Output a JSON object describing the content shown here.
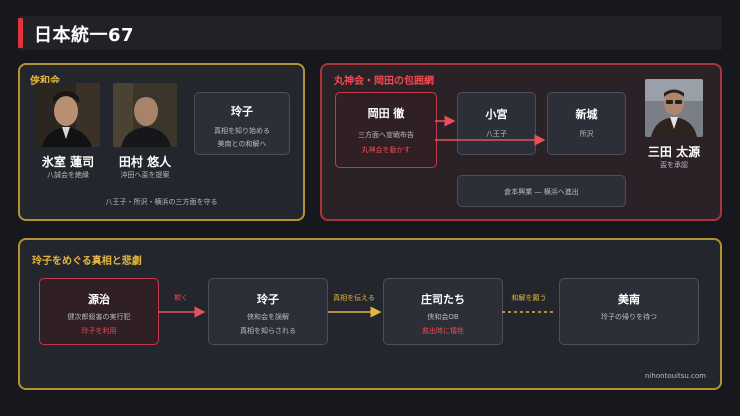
{
  "page_title": "日本統一67",
  "kyowakai": {
    "label": "侠和会",
    "members": [
      {
        "name": "氷室 蓮司",
        "desc": "八誠会を絶縁"
      },
      {
        "name": "田村 悠人",
        "desc": "沖田へ盃を提案"
      }
    ],
    "reiko_card": {
      "name": "玲子",
      "line1": "真相を知り始める",
      "line2": "美南との和解へ"
    },
    "footnote": "八王子・所沢・横浜の三方面を守る"
  },
  "marukami": {
    "label": "丸神会・岡田の包囲網",
    "okada": {
      "name": "岡田 徹",
      "line1": "三方面へ宣戦布告",
      "line2": "丸神会を動かす"
    },
    "komiya": {
      "name": "小宮",
      "line1": "八王子"
    },
    "shinjo": {
      "name": "新城",
      "line1": "所沢"
    },
    "kuramoto": {
      "text": "倉本興業 ― 横浜へ進出"
    },
    "mita": {
      "name": "三田 太源",
      "desc": "盃を承認"
    }
  },
  "truth": {
    "label": "玲子をめぐる真相と悲劇",
    "genji": {
      "name": "源治",
      "line1": "健次郎殺害の実行犯",
      "line2": "玲子を利用"
    },
    "reiko": {
      "name": "玲子",
      "line1": "侠和会を誤解",
      "line2": "真相を知らされる"
    },
    "shoji": {
      "name": "庄司たち",
      "line1": "侠和会OB",
      "line2": "救出時に犠牲"
    },
    "minami": {
      "name": "美南",
      "line1": "玲子の帰りを待つ"
    },
    "edges": [
      "欺く",
      "真相を伝える",
      "和解を願う"
    ]
  },
  "website": "nihontouitsu.com",
  "colors": {
    "gold": "#b39232",
    "red": "#e0333c",
    "arrow_red": "#e8505a",
    "arrow_gold": "#e3b541"
  }
}
